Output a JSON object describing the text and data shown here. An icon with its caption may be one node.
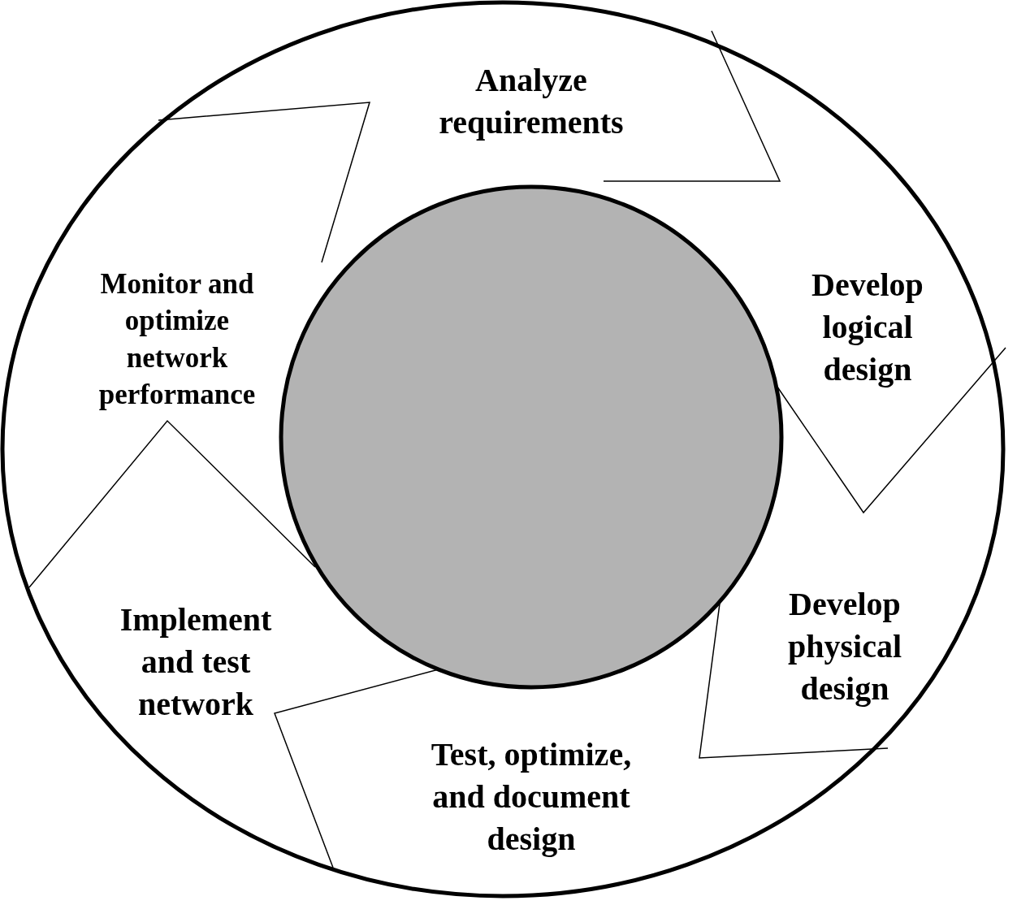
{
  "diagram": {
    "nodes": [
      {
        "text": [],
        "shape": "ellipse"
      },
      {
        "text": [],
        "shape": "circle",
        "in": 0
      },
      {
        "text": [
          "Analyze requirements"
        ],
        "in": 0
      },
      {
        "text": [
          "Develop logical design"
        ],
        "in": 0
      },
      {
        "text": [
          "Develop physical design"
        ],
        "in": 0
      },
      {
        "text": [
          "Test, optimize, and document design"
        ],
        "in": 0
      },
      {
        "text": [
          "Implement and test network"
        ],
        "in": 0
      },
      {
        "text": [
          "Monitor and optimize network performance"
        ],
        "in": 0
      }
    ]
  }
}
